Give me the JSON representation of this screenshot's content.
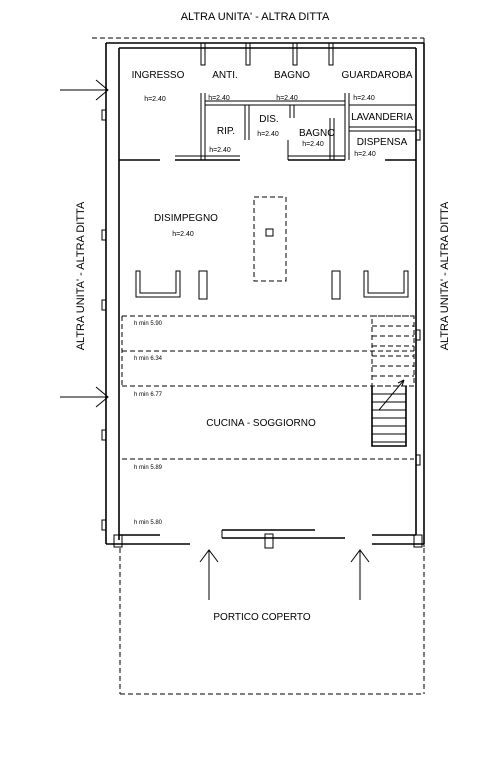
{
  "labels": {
    "top": "ALTRA UNITA' - ALTRA DITTA",
    "left": "ALTRA UNITA' - ALTRA DITTA",
    "right": "ALTRA UNITA' - ALTRA DITTA"
  },
  "rooms": {
    "ingresso": "INGRESSO",
    "anti": "ANTI.",
    "bagno1": "BAGNO",
    "guardaroba": "GUARDAROBA",
    "lavanderia": "LAVANDERIA",
    "rip": "RIP.",
    "dis": "DIS.",
    "bagno2": "BAGNO",
    "dispensa": "DISPENSA",
    "disimpegno": "DISIMPEGNO",
    "cucina": "CUCINA - SOGGIORNO",
    "portico": "PORTICO COPERTO"
  },
  "heights": {
    "ingresso": "h=2.40",
    "anti": "h=2.40",
    "bagno1": "h=2.40",
    "guardaroba": "h=2.40",
    "dis": "h=2.40",
    "bagno2": "h=2.40",
    "rip": "h=2.40",
    "dispensa": "h=2.40",
    "disimpegno": "h=2.40",
    "hmin1": "h min 5.90",
    "hmin2": "h min 6.34",
    "hmin3": "h min 6.77",
    "hmin4": "h min 5.89",
    "hmin5": "h min 5.80"
  }
}
